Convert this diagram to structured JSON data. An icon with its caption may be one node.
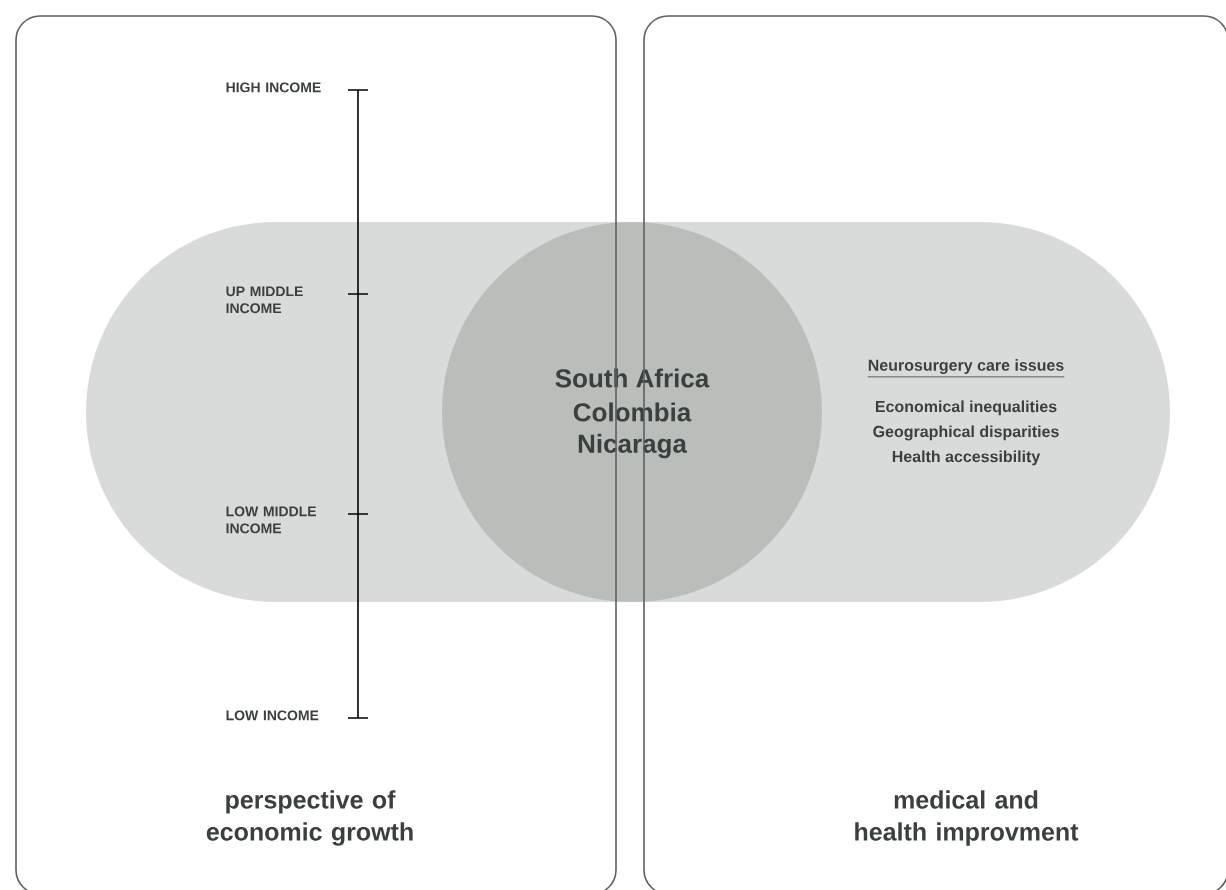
{
  "diagram": {
    "nodes": [
      {
        "text": [
          "perspective of economic growth"
        ]
      },
      {
        "text": [
          "medical and health improvment"
        ]
      },
      {
        "text": [
          "Neurosurgery care issues",
          "Economical inequalities",
          "Geographical disparities",
          "Health accessibility"
        ]
      },
      {
        "text": [
          "South Africa",
          "Colombia",
          "Nicaraga"
        ],
        "in": 2
      }
    ],
    "labels": [
      "HIGH INCOME",
      "UP MIDDLE INCOME",
      "LOW MIDDLE INCOME",
      "LOW INCOME"
    ]
  }
}
